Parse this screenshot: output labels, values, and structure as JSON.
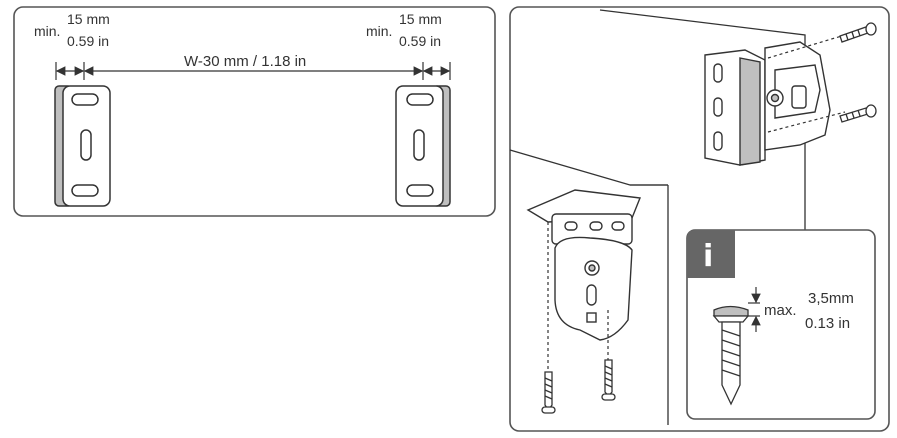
{
  "panel_left": {
    "left_min_label": "min.",
    "left_mm": "15 mm",
    "left_in": "0.59 in",
    "right_min_label": "min.",
    "right_mm": "15 mm",
    "right_in": "0.59 in",
    "width_label": "W-30 mm / 1.18 in"
  },
  "panel_right": {
    "info_icon": "i",
    "max_label": "max.",
    "screw_mm": "3,5mm",
    "screw_in": "0.13 in"
  },
  "colors": {
    "line": "#333333",
    "panel_border": "#555555",
    "info_badge": "#666666",
    "shade": "#bfbfbf"
  }
}
